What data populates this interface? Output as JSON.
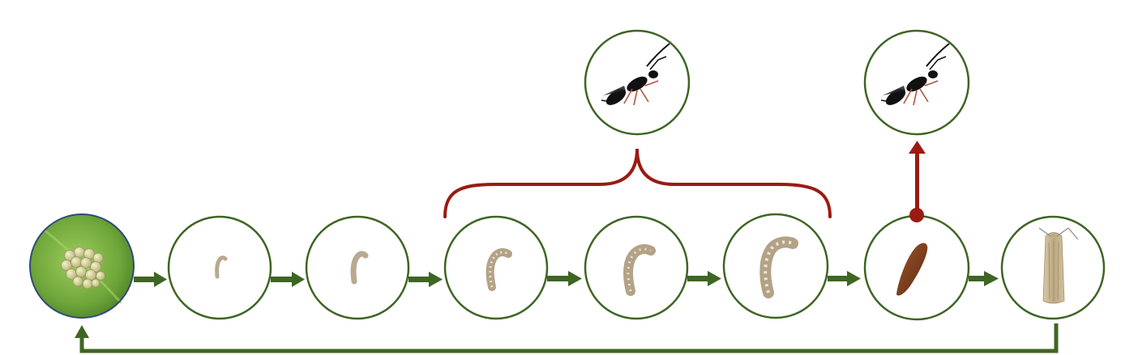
{
  "diagram": {
    "stages": [
      {
        "id": "egg",
        "icon": "egg-cluster-icon"
      },
      {
        "id": "larva-1",
        "icon": "caterpillar-icon"
      },
      {
        "id": "larva-2",
        "icon": "caterpillar-icon"
      },
      {
        "id": "larva-3",
        "icon": "caterpillar-icon"
      },
      {
        "id": "larva-4",
        "icon": "caterpillar-icon"
      },
      {
        "id": "larva-5",
        "icon": "caterpillar-icon"
      },
      {
        "id": "pupa",
        "icon": "pupa-icon"
      },
      {
        "id": "adult-moth",
        "icon": "moth-icon"
      }
    ],
    "parasitoids": [
      {
        "id": "larval-parasitoid",
        "icon": "wasp-icon"
      },
      {
        "id": "pupal-parasitoid",
        "icon": "wasp-icon"
      }
    ],
    "colors": {
      "lifecycle": "#3f6524",
      "parasitism": "#9a1b12",
      "leaf": "#6fa63a",
      "egg": "#d9d59a",
      "caterpillar": "#b9a98e",
      "pupa": "#7a3c1c",
      "moth": "#c7b696",
      "wasp": "#111111",
      "wasp_legs": "#b5533c"
    }
  }
}
